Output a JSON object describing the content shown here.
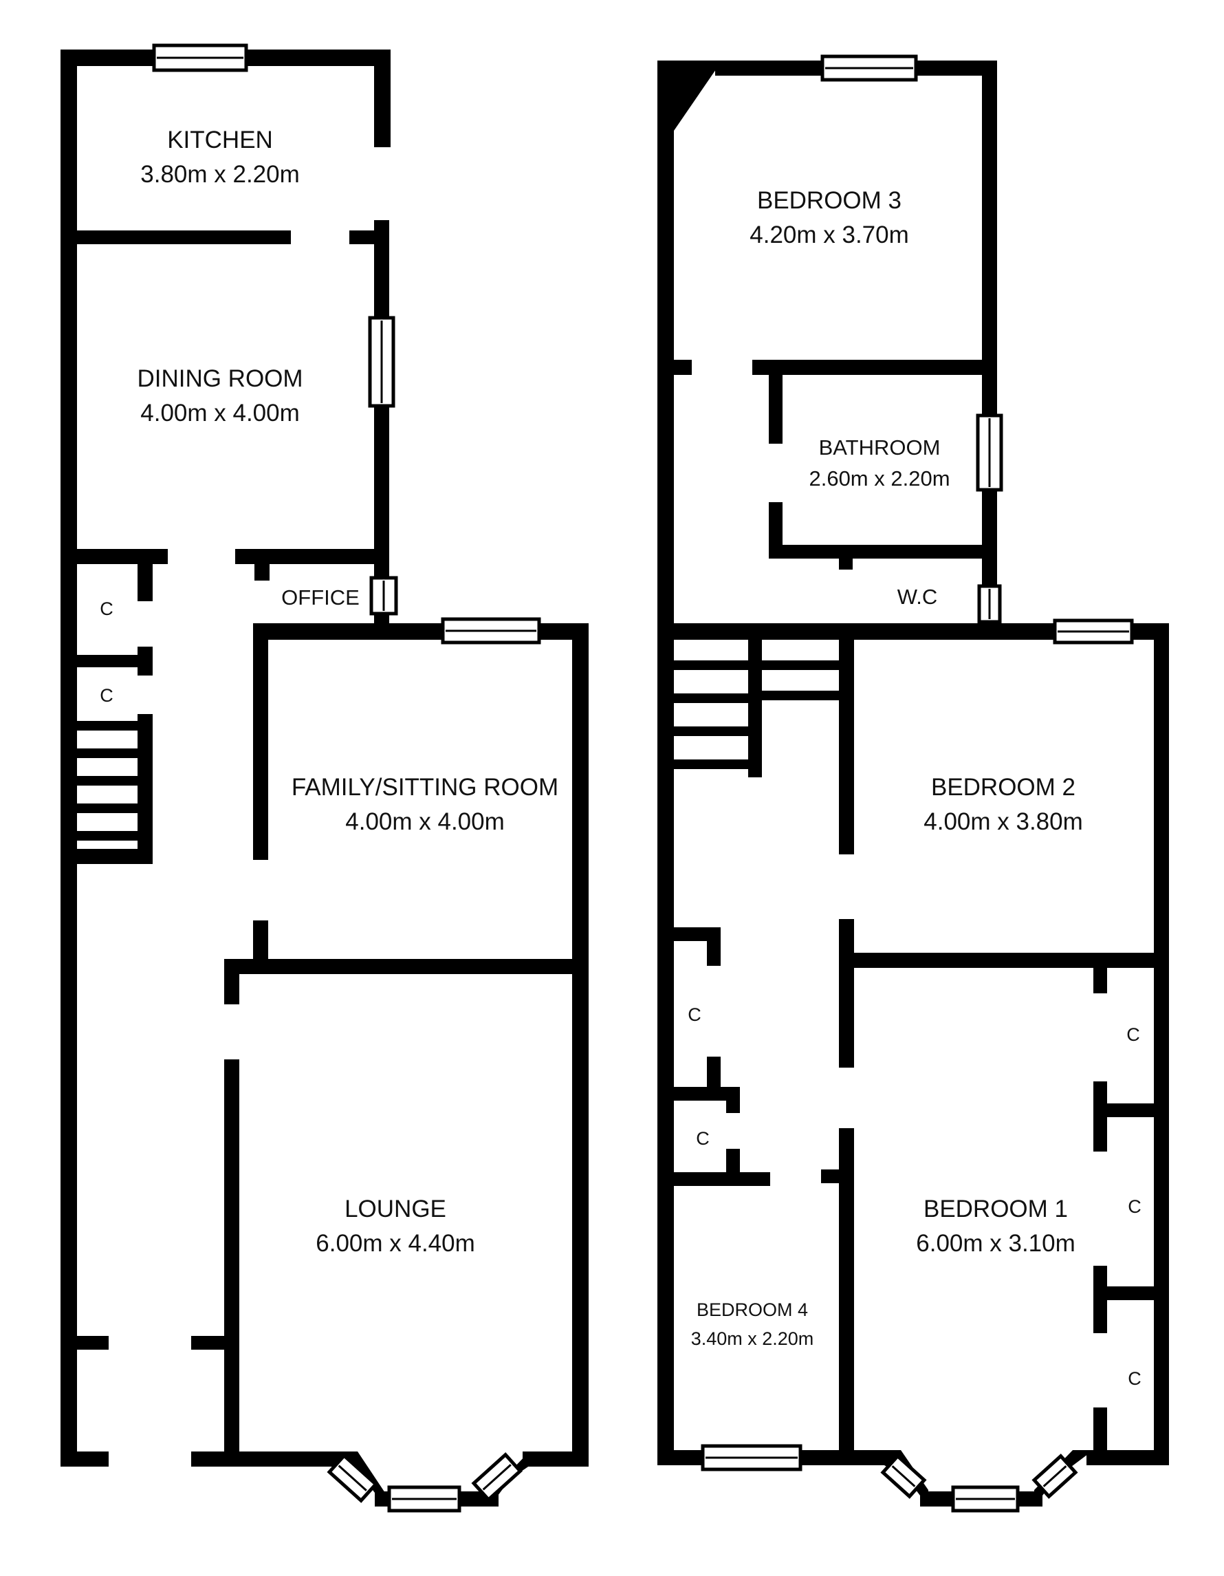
{
  "floor_plan": {
    "ground_floor": {
      "rooms": [
        {
          "name": "KITCHEN",
          "size": "3.80m x 2.20m"
        },
        {
          "name": "DINING ROOM",
          "size": "4.00m x 4.00m"
        },
        {
          "name": "OFFICE",
          "size": ""
        },
        {
          "name": "FAMILY/SITTING  ROOM",
          "size": "4.00m x 4.00m"
        },
        {
          "name": "LOUNGE",
          "size": "6.00m x 4.40m"
        }
      ],
      "cupboards": [
        "C",
        "C"
      ]
    },
    "first_floor": {
      "rooms": [
        {
          "name": "BEDROOM 3",
          "size": "4.20m x 3.70m"
        },
        {
          "name": "BATHROOM",
          "size": "2.60m x 2.20m"
        },
        {
          "name": "W.C",
          "size": ""
        },
        {
          "name": "BEDROOM 2",
          "size": "4.00m x 3.80m"
        },
        {
          "name": "BEDROOM 1",
          "size": "6.00m x 3.10m"
        },
        {
          "name": "BEDROOM 4",
          "size": "3.40m x 2.20m"
        }
      ],
      "cupboards": [
        "C",
        "C",
        "C",
        "C",
        "C"
      ]
    },
    "colors": {
      "wall": "#000000",
      "background": "#ffffff"
    }
  }
}
